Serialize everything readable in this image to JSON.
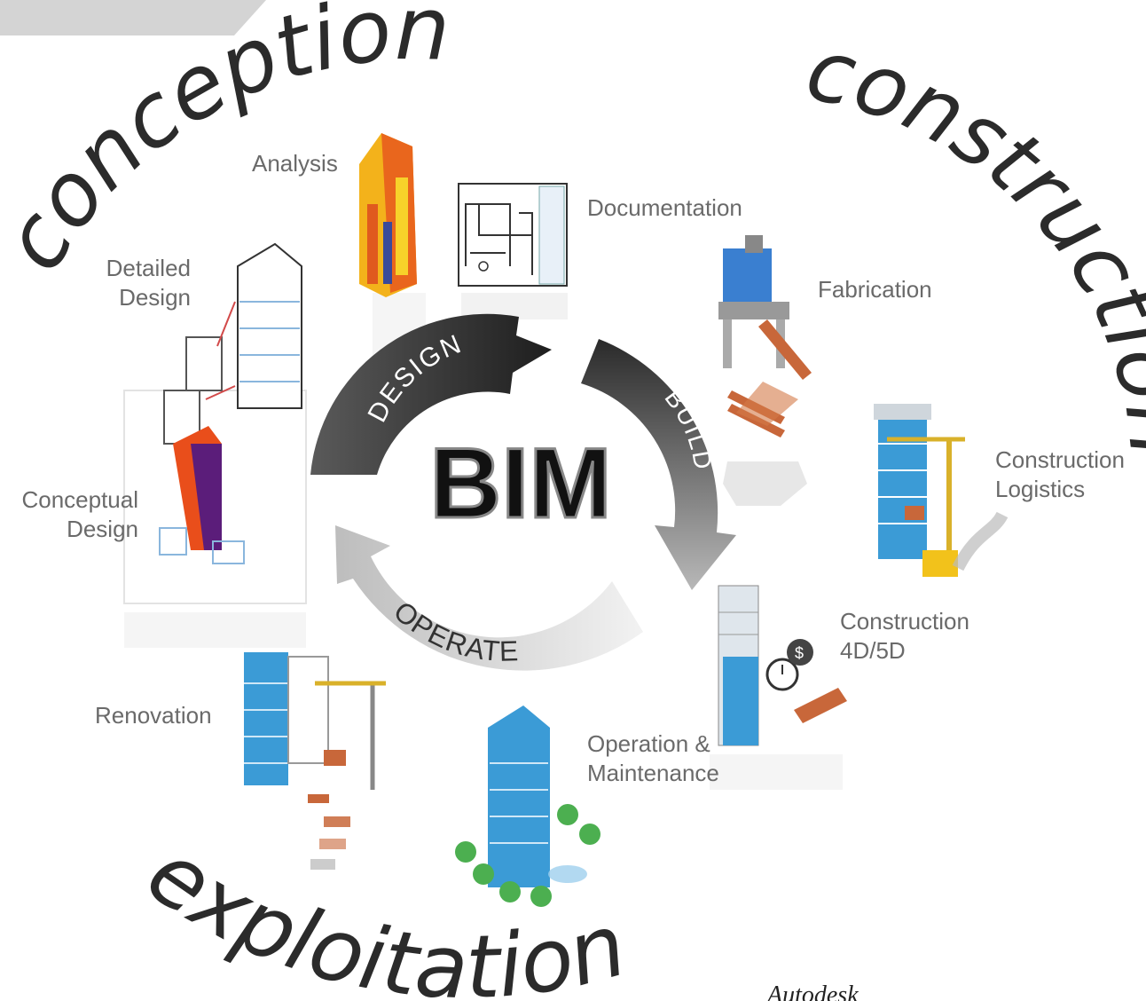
{
  "phases": {
    "conception": "conception",
    "construction": "construction",
    "exploitation": "exploitation"
  },
  "cycle": {
    "center": "BIM",
    "arrows": [
      "DESIGN",
      "BUILD",
      "OPERATE"
    ]
  },
  "stages": {
    "analysis": "Analysis",
    "documentation": "Documentation",
    "fabrication": "Fabrication",
    "detailed_design": [
      "Detailed",
      "Design"
    ],
    "conceptual_design": [
      "Conceptual",
      "Design"
    ],
    "construction_logistics": [
      "Construction",
      "Logistics"
    ],
    "construction_4d5d": [
      "Construction",
      "4D/5D"
    ],
    "renovation": "Renovation",
    "operation_maintenance": [
      "Operation &",
      "Maintenance"
    ]
  },
  "credit": "Autodesk",
  "colors": {
    "design_arrow": "#2f2f2f",
    "build_arrow": "#6f6f6f",
    "operate_arrow": "#d9d9d9",
    "building_blue": "#3b9bd6",
    "analysis_orange": "#f08a1c",
    "brick": "#c8673a"
  }
}
